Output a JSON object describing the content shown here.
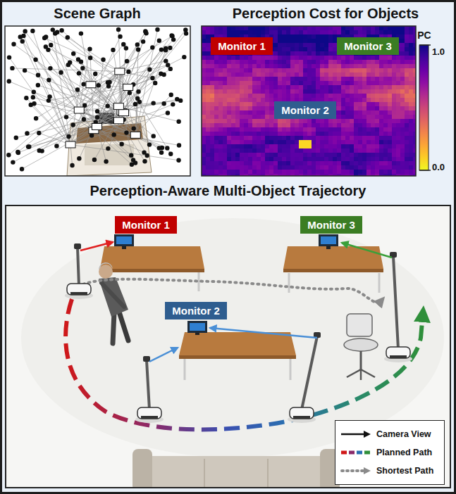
{
  "diagram": {
    "nodes": [
      {
        "text": [
          "Scene Graph"
        ]
      },
      {
        "text": [
          "Perception Cost for Objects"
        ]
      },
      {
        "text": [
          "Monitor 1"
        ],
        "in": 1
      },
      {
        "text": [
          "Monitor 3"
        ],
        "in": 1
      },
      {
        "text": [
          "Monitor 2"
        ],
        "in": 1
      },
      {
        "text": [
          "Perception-Aware Multi-Object Trajectory"
        ]
      },
      {
        "text": [
          "Monitor 1"
        ],
        "in": 5
      },
      {
        "text": [
          "Monitor 3"
        ],
        "in": 5
      },
      {
        "text": [
          "Monitor 2"
        ],
        "in": 5
      }
    ],
    "labels": [
      "PC",
      "1.0",
      "0.0"
    ],
    "legend": [
      {
        "text": "Camera View"
      },
      {
        "text": "Planned Path"
      },
      {
        "text": "Shortest Path"
      }
    ]
  }
}
